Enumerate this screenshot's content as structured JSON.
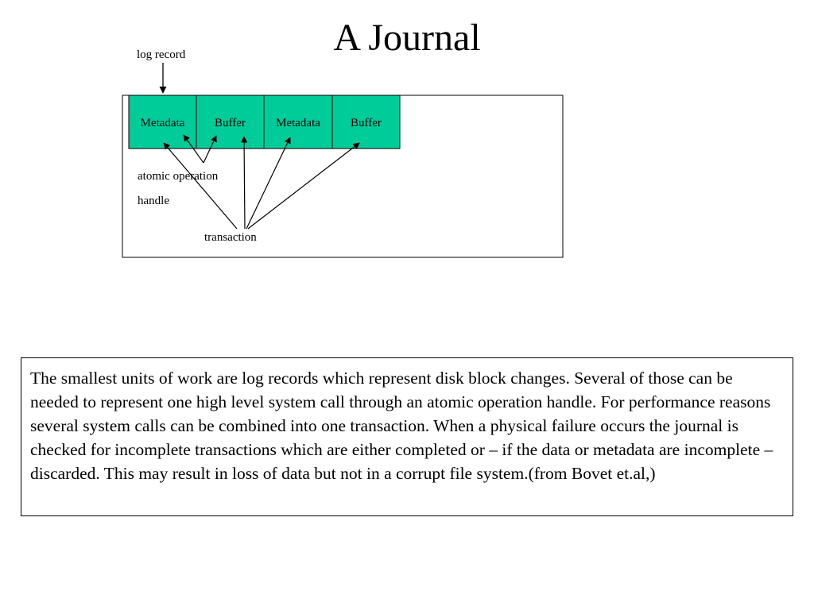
{
  "title": "A Journal",
  "diagram": {
    "log_record_label": "log record",
    "blocks": [
      {
        "label": "Metadata"
      },
      {
        "label": "Buffer"
      },
      {
        "label": "Metadata"
      },
      {
        "label": "Buffer"
      }
    ],
    "block_fill_color": "#00CC99",
    "atomic_operation_label": "atomic operation",
    "handle_label": "handle",
    "transaction_label": "transaction"
  },
  "description": "The smallest units of work are log records which represent disk block changes. Several of those can be needed to represent one high level system call through an atomic operation handle. For performance reasons several system calls can be combined into one transaction. When a physical failure occurs the journal is checked for incomplete transactions which are either completed or – if the data or metadata are incomplete – discarded. This may result in loss of data but not in a corrupt file system.(from Bovet et.al,)"
}
